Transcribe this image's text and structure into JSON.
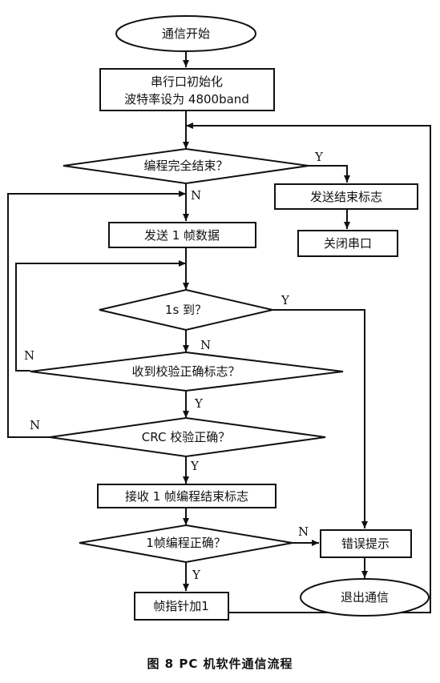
{
  "nodes": {
    "start": "通信开始",
    "init_line1": "串行口初始化",
    "init_line2": "波特率设为 4800band",
    "prog_done": "编程完全结束？",
    "send_end_flag": "发送结束标志",
    "close_port": "关闭串口",
    "send_frame": "发送 1 帧数据",
    "one_sec": "1s 到？",
    "recv_verify": "收到校验正确标志？",
    "crc_ok": "CRC 校验正确？",
    "recv_frame_end": "接收 1 帧编程结束标志",
    "frame_prog_ok": "1帧编程正确？",
    "error_prompt": "错误提示",
    "exit_comm": "退出通信",
    "frame_ptr_inc": "帧指针加1"
  },
  "edge_labels": {
    "prog_done_yes": "Y",
    "prog_done_no": "N",
    "one_sec_yes": "Y",
    "one_sec_no": "N",
    "recv_verify_no": "N",
    "recv_verify_yes": "Y",
    "crc_no": "N",
    "crc_yes": "Y",
    "frame_ok_no": "N",
    "frame_ok_yes": "Y"
  },
  "caption": "图 8   PC 机软件通信流程"
}
